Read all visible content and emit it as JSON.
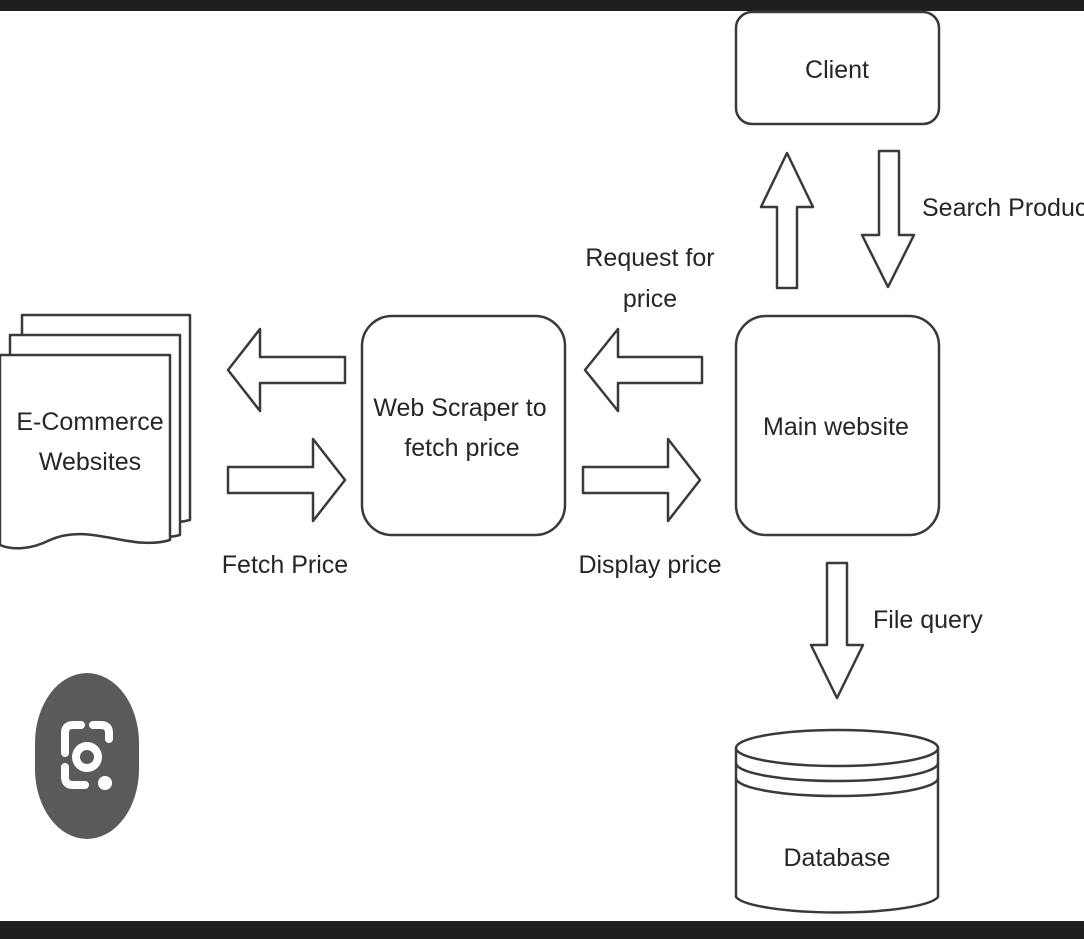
{
  "colors": {
    "stroke": "#3a3a3a",
    "text": "#262626",
    "frame_bar": "#1f1f1f",
    "lens_button": "#5a5a5a",
    "lens_icon": "#ffffff"
  },
  "nodes": {
    "ecommerce": {
      "line1": "E-Commerce",
      "line2": "Websites"
    },
    "scraper": {
      "line1": "Web Scraper to",
      "line2": "fetch price"
    },
    "main": {
      "label": "Main website"
    },
    "client": {
      "label": "Client"
    },
    "database": {
      "label": "Database"
    }
  },
  "edge_labels": {
    "fetch_price": "Fetch Price",
    "request_price": {
      "line1": "Request for",
      "line2": "price"
    },
    "display_price": "Display price",
    "search_product": "Search Product",
    "file_query": "File query"
  },
  "overlay": {
    "icon": "camera-search-icon"
  }
}
